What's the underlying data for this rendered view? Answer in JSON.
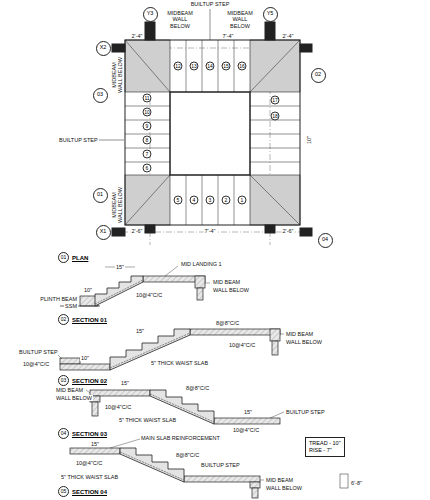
{
  "diagram": {
    "nodes": [
      {
        "text": [
          "Y3"
        ]
      },
      {
        "text": [
          "Y5"
        ]
      },
      {
        "text": [
          "X2"
        ]
      },
      {
        "text": [
          "02"
        ]
      },
      {
        "text": [
          "03"
        ]
      },
      {
        "text": [
          "01"
        ]
      },
      {
        "text": [
          "X1"
        ]
      },
      {
        "text": [
          "04"
        ]
      },
      {
        "text": [
          "01",
          "PLAN"
        ]
      },
      {
        "text": [
          "02",
          "SECTION 01"
        ]
      },
      {
        "text": [
          "03",
          "SECTION 02"
        ]
      },
      {
        "text": [
          "04",
          "SECTION 03"
        ]
      },
      {
        "text": [
          "05",
          "SECTION 04"
        ]
      },
      {
        "text": [
          "TREAD - 10\"",
          "RISE - 7\""
        ]
      }
    ],
    "labels": [
      "BUILTUP STEP",
      "MIDBEAM WALL BELOW",
      "MIDBEAM WALL BELOW",
      "MIDBEAM WALL BELOW",
      "MIDBEAM WALL BELOW",
      "BUILTUP STEP",
      "2'-4\"",
      "7'-4\"",
      "2'-4\"",
      "2'-6\"",
      "7'-4\"",
      "2'-6\"",
      "10\"",
      "1",
      "2",
      "3",
      "4",
      "5",
      "6",
      "7",
      "8",
      "9",
      "10",
      "11",
      "12",
      "13",
      "14",
      "15",
      "16",
      "17",
      "18",
      "MID LANDING 1",
      "15\"",
      "MID BEAM",
      "WALL BELOW",
      "10@4\"C/C",
      "10\"",
      "PLINTH BEAM",
      "SSM",
      "BUILTUP STEP",
      "10@4\"C/C",
      "10\"",
      "5\" THICK WAIST SLAB",
      "10@4\"C/C",
      "8@8\"C/C",
      "MID BEAM",
      "WALL BELOW",
      "15\"",
      "MID BEAM",
      "WALL BELOW",
      "10@4\"C/C",
      "8@8\"C/C",
      "BUILTUP STEP",
      "5\" THICK WAIST SLAB",
      "10@4\"C/C",
      "15\"",
      "15\"",
      "MAIN SLAB REINFORCEMENT",
      "15\"",
      "10@4\"C/C",
      "8@8\"C/C",
      "BUILTUP STEP",
      "5\" THICK WAIST SLAB",
      "MID BEAM",
      "WALL BELOW",
      "6'-8\""
    ]
  }
}
